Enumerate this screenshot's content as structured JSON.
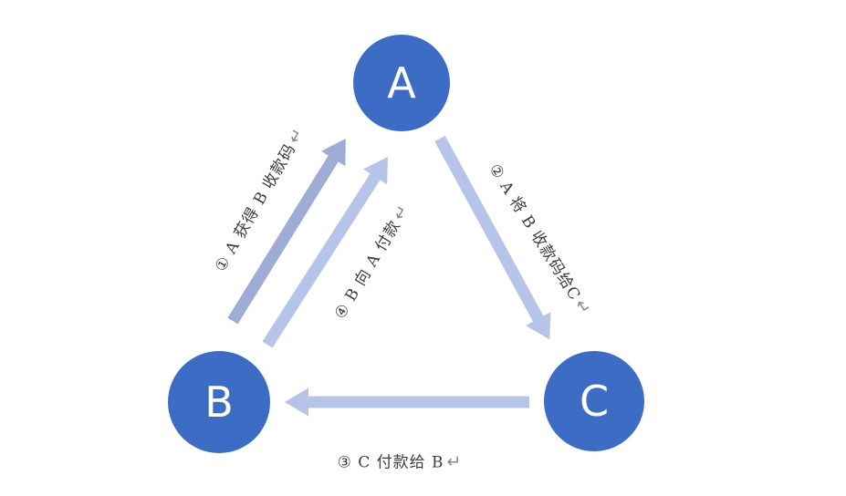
{
  "nodes": {
    "a": {
      "label": "A"
    },
    "b": {
      "label": "B"
    },
    "c": {
      "label": "C"
    }
  },
  "edges": {
    "e1": {
      "label": "① A 获得 B 收款码",
      "from": "B",
      "to": "A"
    },
    "e2": {
      "label": "② A 将 B 收款码给C",
      "from": "A",
      "to": "C"
    },
    "e3": {
      "label": "③ C 付款给 B",
      "from": "C",
      "to": "B"
    },
    "e4": {
      "label": "④ B 向 A 付款",
      "from": "B",
      "to": "A"
    }
  },
  "icons": {
    "return": {
      "glyph": "↵"
    }
  },
  "colors": {
    "background": "#ffffff",
    "node_fill": "#3d6cc4",
    "node_text": "#ffffff",
    "arrow_light": "#b7c4ea",
    "arrow_dark": "#9fadd6",
    "label_text": "#3d3d3d",
    "return_icon": "#8c8c8c"
  }
}
